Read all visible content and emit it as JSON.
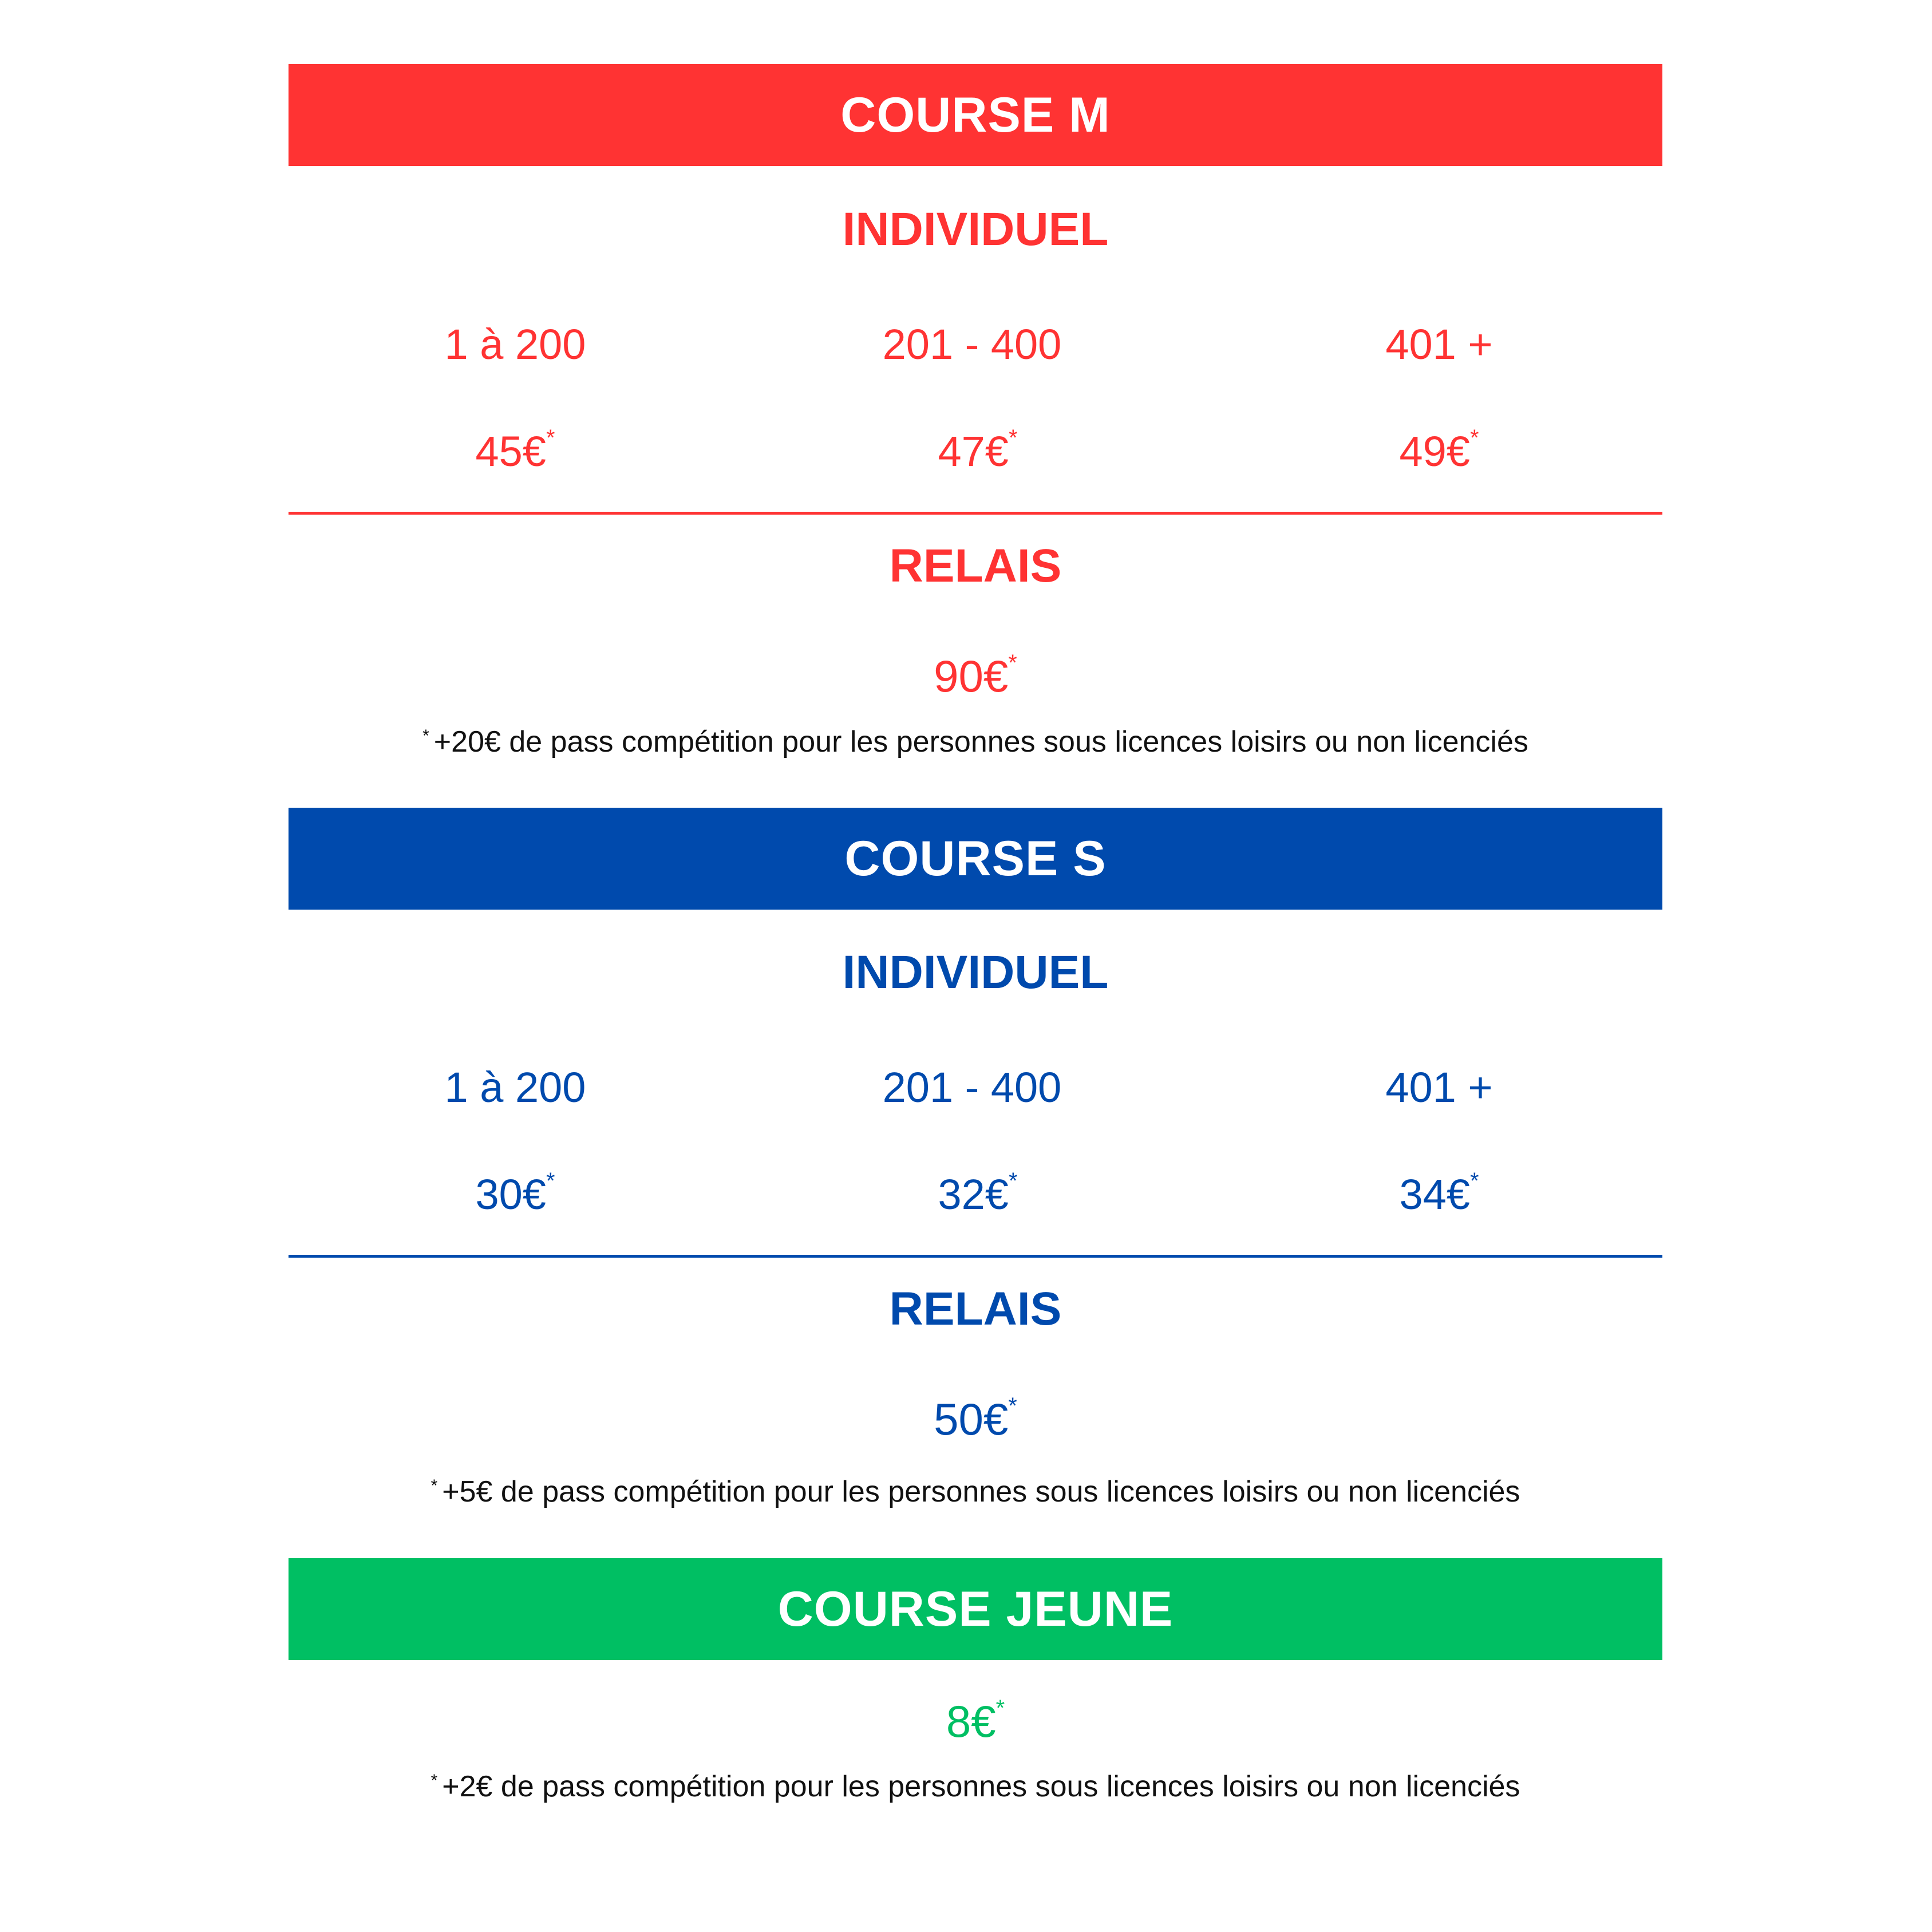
{
  "colors": {
    "course_m": "#ff3333",
    "course_s": "#004aad",
    "course_jeune": "#00bf63"
  },
  "course_m": {
    "title": "COURSE M",
    "individuel_label": "INDIVIDUEL",
    "tiers": [
      {
        "range": "1 à 200",
        "price": "45€",
        "mark": "*"
      },
      {
        "range": "201 - 400",
        "price": "47€",
        "mark": "*"
      },
      {
        "range": "401 +",
        "price": "49€",
        "mark": "*"
      }
    ],
    "relais_label": "RELAIS",
    "relais_price": "90€",
    "relais_mark": "*",
    "note_mark": "*",
    "note": "+20€ de pass compétition pour les personnes sous licences loisirs ou non licenciés"
  },
  "course_s": {
    "title": "COURSE S",
    "individuel_label": "INDIVIDUEL",
    "tiers": [
      {
        "range": "1 à 200",
        "price": "30€",
        "mark": "*"
      },
      {
        "range": "201 - 400",
        "price": "32€",
        "mark": "*"
      },
      {
        "range": "401 +",
        "price": "34€",
        "mark": "*"
      }
    ],
    "relais_label": "RELAIS",
    "relais_price": "50€",
    "relais_mark": "*",
    "note_mark": "*",
    "note": "+5€ de pass compétition pour les personnes sous licences loisirs ou non licenciés"
  },
  "course_jeune": {
    "title": "COURSE JEUNE",
    "price": "8€",
    "price_mark": "*",
    "note_mark": "*",
    "note": "+2€ de pass compétition pour les personnes sous licences loisirs ou non licenciés"
  }
}
